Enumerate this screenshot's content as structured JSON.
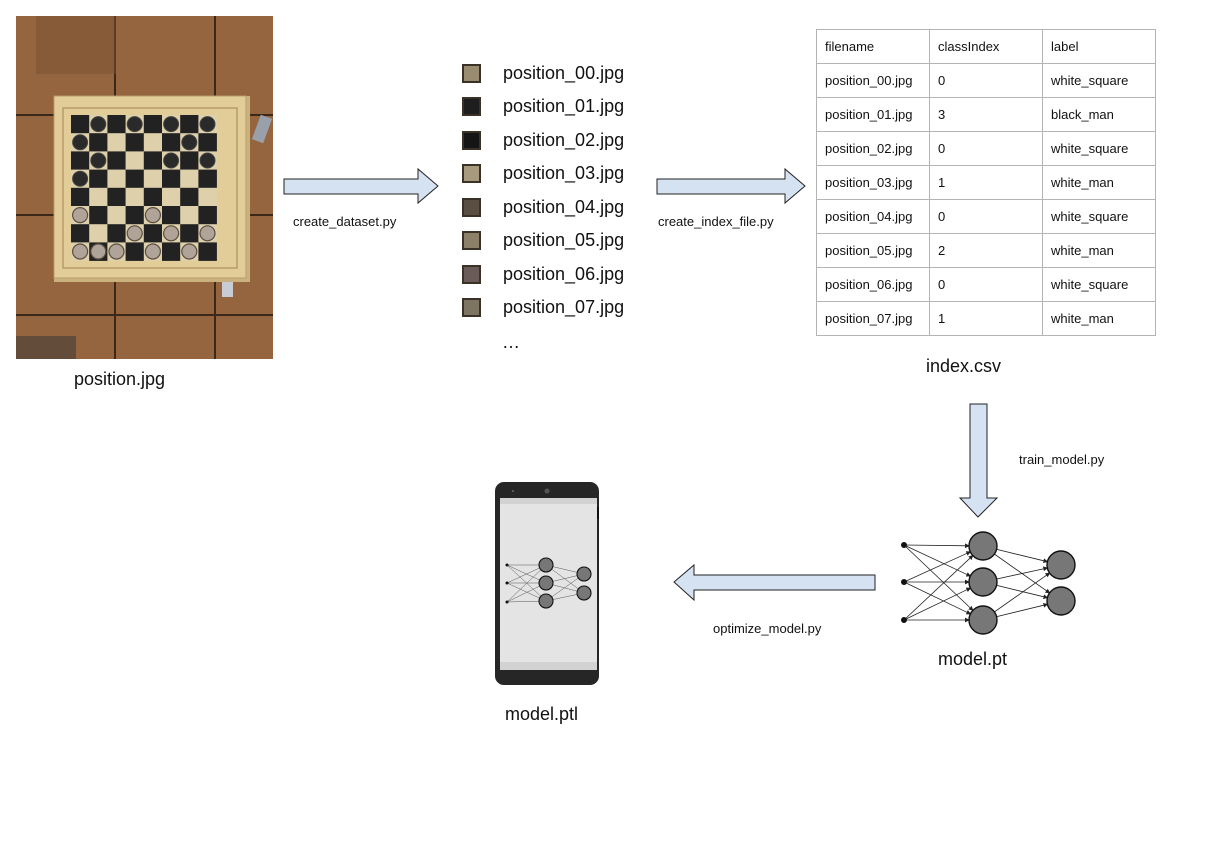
{
  "source": {
    "caption": "position.jpg"
  },
  "steps": {
    "create_dataset": "create_dataset.py",
    "create_index": "create_index_file.py",
    "train_model": "train_model.py",
    "optimize_model": "optimize_model.py"
  },
  "tiles": {
    "items": [
      {
        "name": "position_00.jpg",
        "swatch": "#9a8c70"
      },
      {
        "name": "position_01.jpg",
        "swatch": "#1e1e1e"
      },
      {
        "name": "position_02.jpg",
        "swatch": "#151515"
      },
      {
        "name": "position_03.jpg",
        "swatch": "#a89a7c"
      },
      {
        "name": "position_04.jpg",
        "swatch": "#5a4e42"
      },
      {
        "name": "position_05.jpg",
        "swatch": "#8c8068"
      },
      {
        "name": "position_06.jpg",
        "swatch": "#6a5a58"
      },
      {
        "name": "position_07.jpg",
        "swatch": "#7e7462"
      }
    ],
    "ellipsis": "…"
  },
  "index_table": {
    "caption": "index.csv",
    "headers": [
      "filename",
      "classIndex",
      "label"
    ],
    "rows": [
      [
        "position_00.jpg",
        "0",
        "white_square"
      ],
      [
        "position_01.jpg",
        "3",
        "black_man"
      ],
      [
        "position_02.jpg",
        "0",
        "white_square"
      ],
      [
        "position_03.jpg",
        "1",
        "white_man"
      ],
      [
        "position_04.jpg",
        "0",
        "white_square"
      ],
      [
        "position_05.jpg",
        "2",
        "white_man"
      ],
      [
        "position_06.jpg",
        "0",
        "white_square"
      ],
      [
        "position_07.jpg",
        "1",
        "white_man"
      ]
    ]
  },
  "model": {
    "caption": "model.pt"
  },
  "mobile": {
    "caption": "model.ptl"
  },
  "colors": {
    "arrow_fill": "#d4e2f2",
    "arrow_stroke": "#222222",
    "neuron_fill": "#777777",
    "board_frame": "#e2cc98",
    "board_dark": "#222222",
    "board_light": "#ddd0aa",
    "floor": "#8a5a34",
    "phone_body": "#262626",
    "phone_screen": "#e4e4e4"
  }
}
